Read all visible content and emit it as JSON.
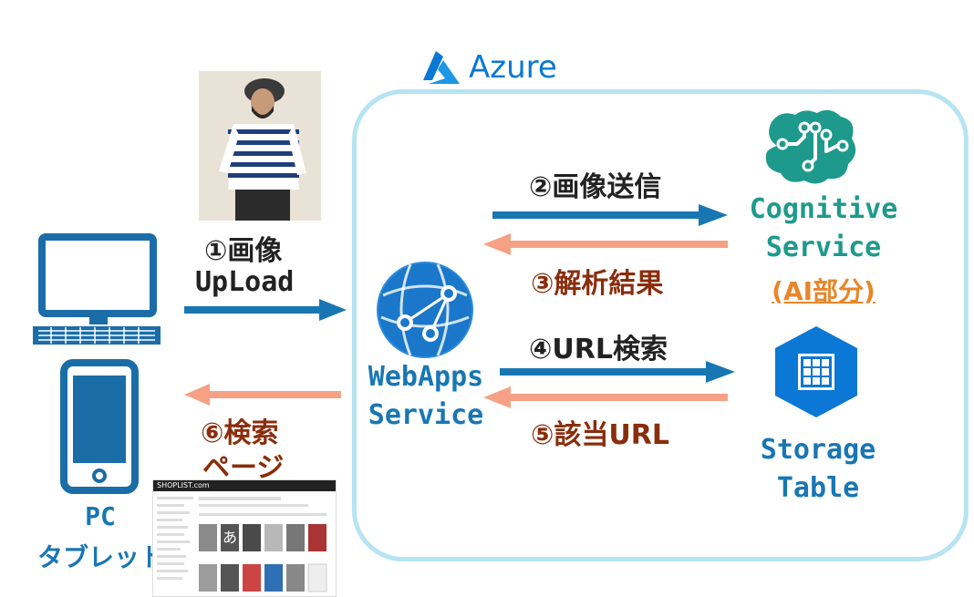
{
  "azure": {
    "title": "Azure",
    "color": "#0a78d4"
  },
  "client": {
    "line1": "PC",
    "line2": "タブレット"
  },
  "webapps": {
    "line1": "WebApps",
    "line2": "Service"
  },
  "cognitive": {
    "line1": "Cognitive",
    "line2": "Service",
    "line3": "(AI部分)"
  },
  "storage": {
    "line1": "Storage",
    "line2": "Table"
  },
  "steps": {
    "s1a": "①画像",
    "s1b": "UpLoad",
    "s2": "②画像送信",
    "s3": "③解析結果",
    "s4": "④URL検索",
    "s5": "⑤該当URL",
    "s6a": "⑥検索",
    "s6b": "ページ"
  },
  "site": {
    "logo": "SHOPLIST.com",
    "tile_char": "あ"
  },
  "colors": {
    "blue": "#1877b3",
    "salmon": "#f6a184",
    "frame": "#b7e4f2",
    "brown": "#8a2d0c",
    "orange": "#e8862a",
    "teal": "#1e9a8c"
  }
}
